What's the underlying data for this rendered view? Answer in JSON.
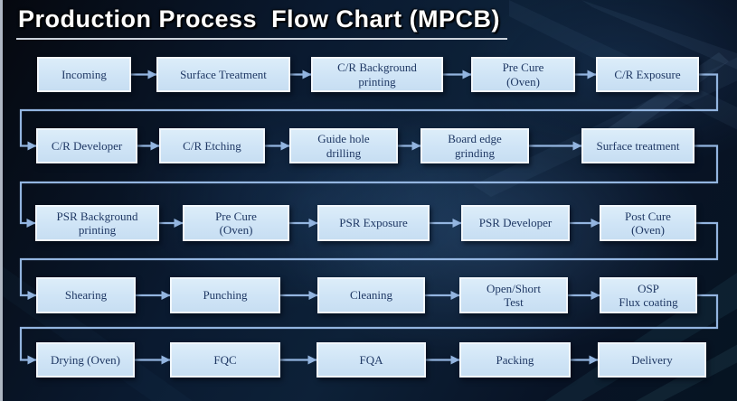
{
  "title": "Production Process  Flow Chart (MPCB)",
  "colors": {
    "arrow": "#93b5e0",
    "box_fill": "#cfe4f6",
    "box_border": "#f3f8fc",
    "box_text": "#1f3864",
    "title_text": "#ffffff",
    "background": "#0a1a30"
  },
  "flow_rows": [
    [
      "Incoming",
      "Surface Treatment",
      "C/R Background\nprinting",
      "Pre Cure\n(Oven)",
      "C/R Exposure"
    ],
    [
      "C/R Developer",
      "C/R Etching",
      "Guide hole\ndrilling",
      "Board edge\ngrinding",
      "Surface treatment"
    ],
    [
      "PSR Background\nprinting",
      "Pre Cure\n(Oven)",
      "PSR Exposure",
      "PSR Developer",
      "Post Cure\n(Oven)"
    ],
    [
      "Shearing",
      "Punching",
      "Cleaning",
      "Open/Short\nTest",
      "OSP\nFlux coating"
    ],
    [
      "Drying (Oven)",
      "FQC",
      "FQA",
      "Packing",
      "Delivery"
    ]
  ]
}
